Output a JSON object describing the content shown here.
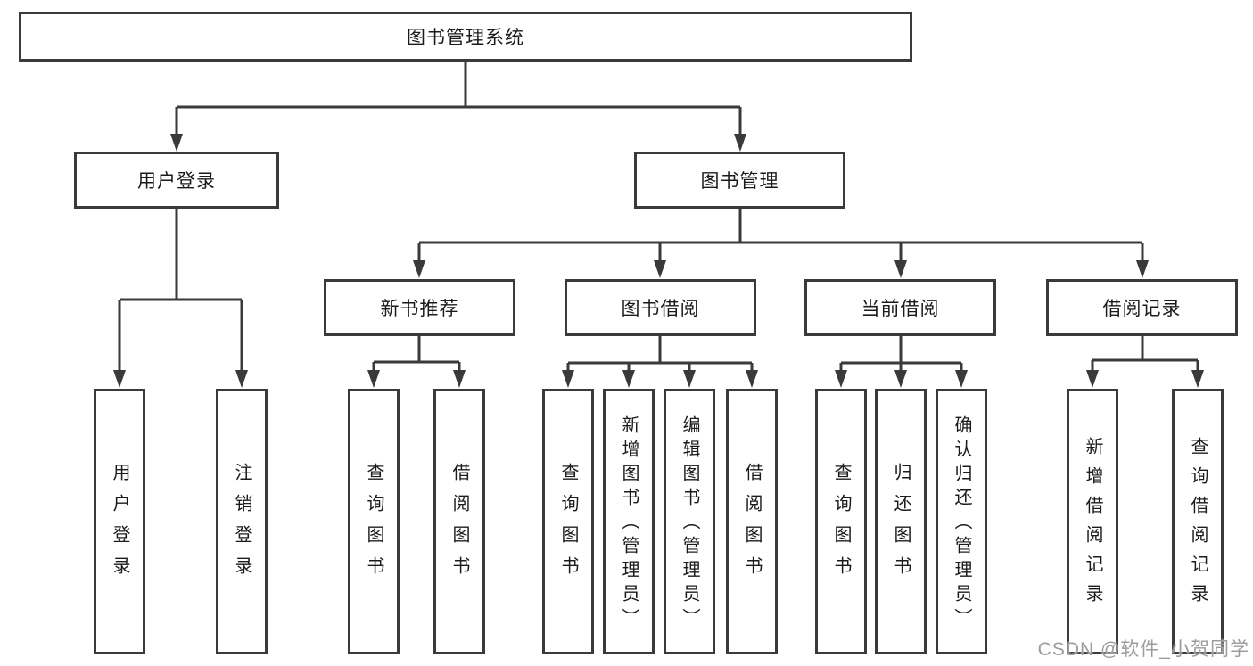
{
  "colors": {
    "line": "#3a3a3a",
    "text": "#1b1b1b",
    "watermark_gray": "#9c9c9c",
    "background": "#ffffff"
  },
  "watermark": "CSDN @软件_小贺同学",
  "tree": {
    "root": "图书管理系统",
    "level2": {
      "user_login": "用户登录",
      "book_mgmt": "图书管理"
    },
    "level3": [
      "新书推荐",
      "图书借阅",
      "当前借阅",
      "借阅记录"
    ],
    "user_login_children": [
      "用户登录",
      "注销登录"
    ],
    "new_book_children": [
      "查询图书",
      "借阅图书"
    ],
    "book_borrow_children": [
      "查询图书",
      "新增图书（管理员）",
      "编辑图书（管理员）",
      "借阅图书"
    ],
    "current_borrow_children": [
      "查询图书",
      "归还图书",
      "确认归还（管理员）"
    ],
    "borrow_record_children": [
      "新增借阅记录",
      "查询借阅记录"
    ]
  }
}
